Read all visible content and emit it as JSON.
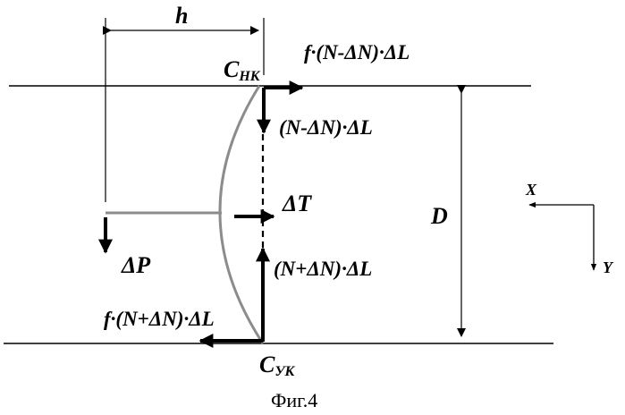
{
  "diagram": {
    "labels": {
      "h": "h",
      "c_top_main": "C",
      "c_top_sub": "НК",
      "f_top": "f·(N-ΔN)·ΔL",
      "n_minus": "(N-ΔN)·ΔL",
      "delta_t": "ΔT",
      "d": "D",
      "x_axis": "X",
      "y_axis": "Y",
      "delta_p": "ΔP",
      "n_plus": "(N+ΔN)·ΔL",
      "f_bottom": "f·(N+ΔN)·ΔL",
      "c_bot_main": "C",
      "c_bot_sub": "УК"
    },
    "caption": "Фиг.4",
    "colors": {
      "ink": "#000000",
      "grey_line": "#8c8c8c",
      "background": "#ffffff"
    }
  }
}
